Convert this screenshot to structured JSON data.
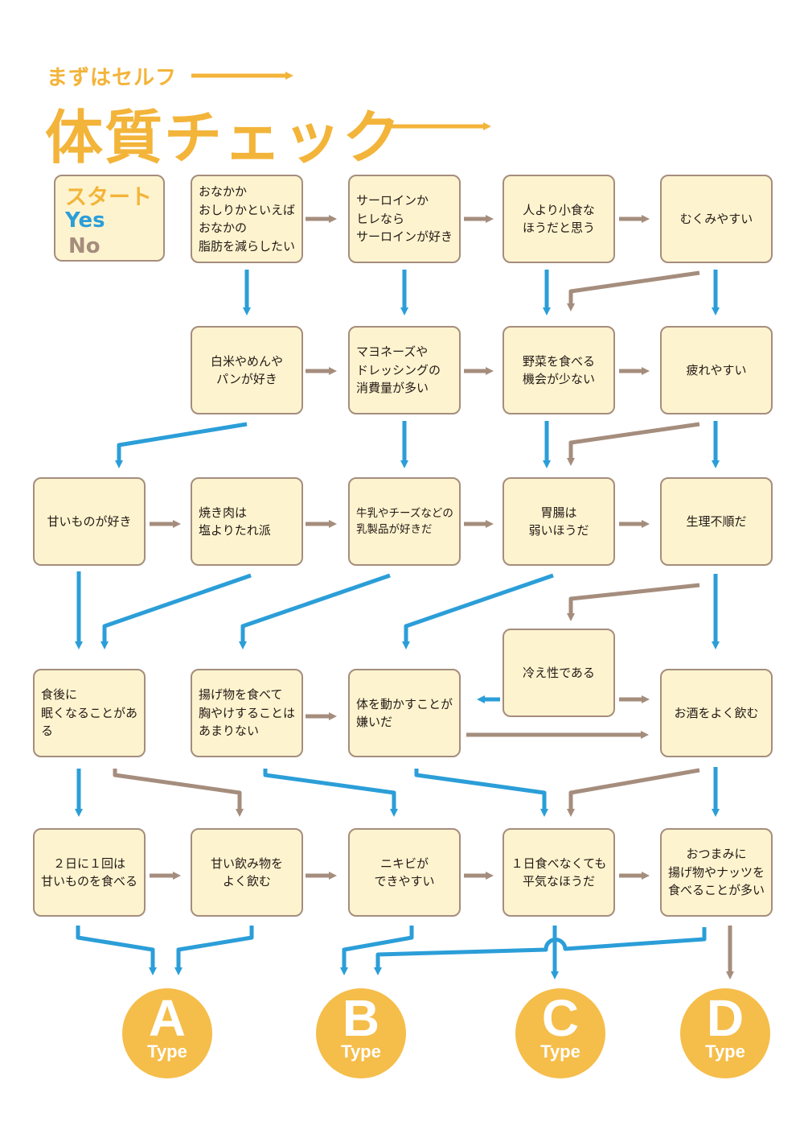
{
  "header": {
    "subtitle": "まずはセルフ",
    "title": "体質チェック"
  },
  "legend": {
    "start": "スタート",
    "yes": "Yes",
    "no": "No"
  },
  "colors": {
    "yes_arrow": "#2b9ed8",
    "no_arrow": "#a58d7d",
    "accent": "#f3b43a",
    "box_fill": "#fdf4cf"
  },
  "questions": {
    "q1": "おなかか\nおしりかといえば\nおなかの\n脂肪を減らしたい",
    "q2": "サーロインか\nヒレなら\nサーロインが好き",
    "q3": "人より小食な\nほうだと思う",
    "q4": "むくみやすい",
    "q5": "白米やめんや\nパンが好き",
    "q6": "マヨネーズや\nドレッシングの\n消費量が多い",
    "q7": "野菜を食べる\n機会が少ない",
    "q8": "疲れやすい",
    "q9": "甘いものが好き",
    "q10": "焼き肉は\n塩よりたれ派",
    "q11": "牛乳やチーズなどの\n乳製品が好きだ",
    "q12": "胃腸は\n弱いほうだ",
    "q13": "生理不順だ",
    "q14": "冷え性である",
    "q15": "食後に\n眠くなることがある",
    "q16": "揚げ物を食べて\n胸やけすることは\nあまりない",
    "q17": "体を動かすことが\n嫌いだ",
    "q18": "お酒をよく飲む",
    "q19": "２日に１回は\n甘いものを食べる",
    "q20": "甘い飲み物を\nよく飲む",
    "q21": "ニキビが\nできやすい",
    "q22": "１日食べなくても\n平気なほうだ",
    "q23": "おつまみに\n揚げ物やナッツを\n食べることが多い"
  },
  "results": {
    "a": "A",
    "b": "B",
    "c": "C",
    "d": "D",
    "type_word": "Type"
  }
}
